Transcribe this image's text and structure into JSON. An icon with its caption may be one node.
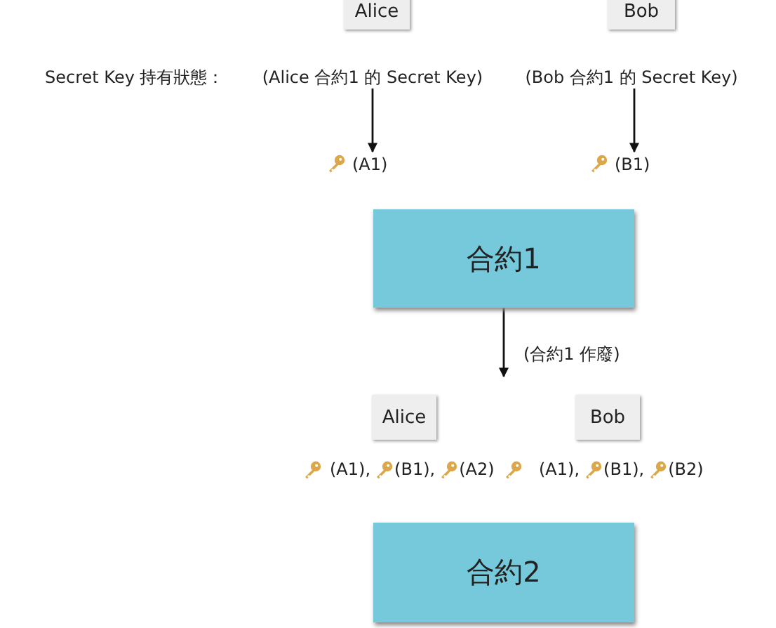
{
  "diagram": {
    "nodes": [
      {
        "text": [
          "Alice"
        ]
      },
      {
        "text": [
          "Bob"
        ]
      },
      {
        "text": [
          "(Alice 合約1 的 Secret Key)"
        ]
      },
      {
        "text": [
          "(Bob 合約1 的 Secret Key)"
        ]
      },
      {
        "text": [
          "(A1)"
        ]
      },
      {
        "text": [
          "(B1)"
        ]
      },
      {
        "text": [
          "合約1"
        ]
      },
      {
        "text": [
          "Alice"
        ]
      },
      {
        "text": [
          "Bob"
        ]
      },
      {
        "text": [
          "合約2"
        ]
      }
    ],
    "edges": [
      {
        "from": 2,
        "to": 4,
        "arrow": "to"
      },
      {
        "from": 3,
        "to": 5,
        "arrow": "to"
      },
      {
        "from": 6,
        "to": null,
        "arrow": "to",
        "label": "(合約1 作廢)"
      }
    ],
    "labels": [
      "Secret Key 持有狀態：",
      "(A1),",
      "(B1),",
      "(A2)",
      "(A1),",
      "(B1),",
      "(B2)"
    ]
  }
}
